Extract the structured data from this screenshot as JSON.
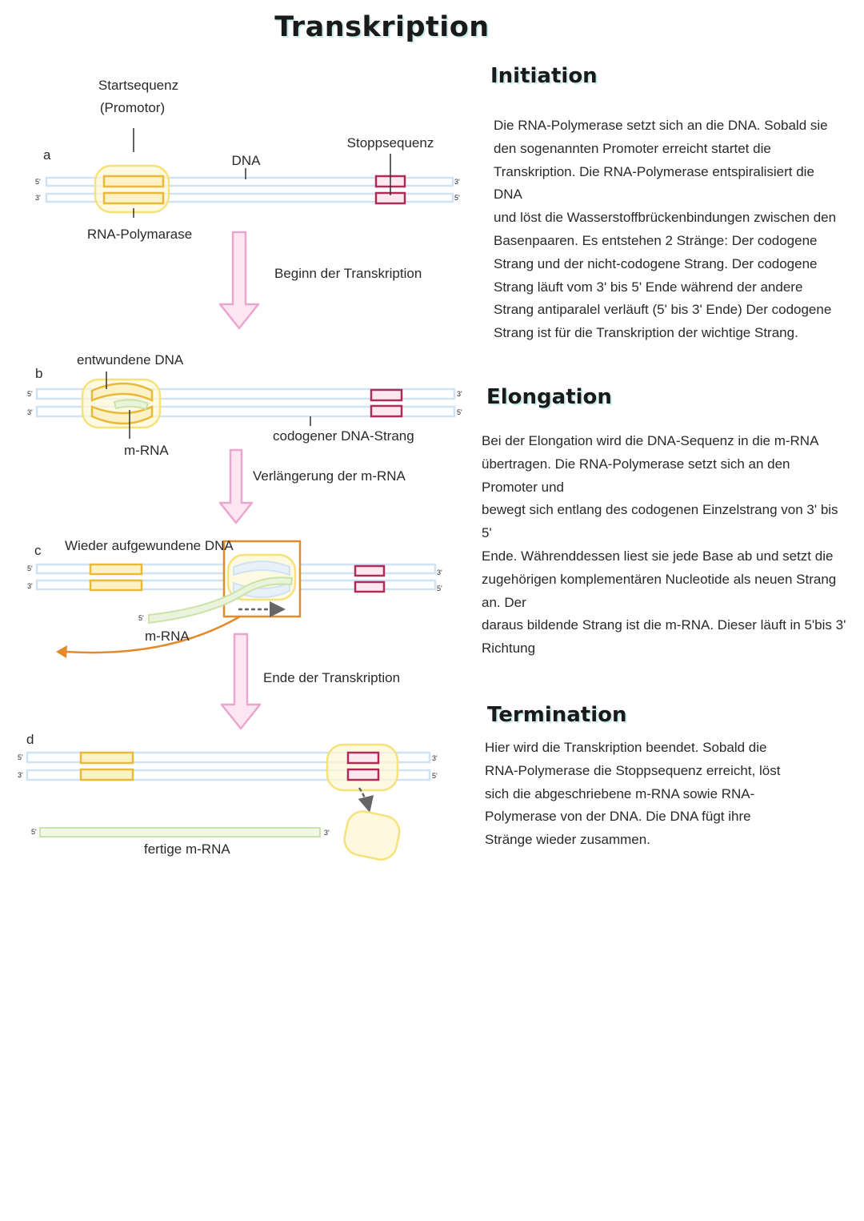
{
  "title": "Transkription",
  "sections": {
    "initiation": {
      "heading": "Initiation",
      "lines": [
        "Die RNA-Polymerase setzt sich an die DNA. Sobald sie",
        "den sogenannten Promoter erreicht startet die",
        "Transkription. Die RNA-Polymerase entspiralisiert die DNA",
        "und löst die Wasserstoffbrückenbindungen zwischen den",
        "Basenpaaren. Es entstehen 2 Stränge: Der codogene",
        "Strang und der nicht-codogene Strang. Der codogene",
        "Strang läuft vom 3' bis 5' Ende während der andere",
        "Strang antiparalel verläuft (5' bis 3' Ende) Der codogene",
        "Strang ist für die Transkription der wichtige Strang."
      ]
    },
    "elongation": {
      "heading": "Elongation",
      "lines": [
        "Bei der Elongation wird die DNA-Sequenz in die m-RNA",
        "übertragen. Die RNA-Polymerase setzt sich an den Promoter und",
        "bewegt sich entlang des codogenen Einzelstrang von 3' bis 5'",
        "Ende. Währenddessen liest sie jede Base ab und setzt die",
        "zugehörigen komplementären Nucleotide als neuen Strang an. Der",
        "daraus bildende Strang ist die m-RNA. Dieser läuft in 5'bis 3'",
        "Richtung"
      ]
    },
    "termination": {
      "heading": "Termination",
      "lines": [
        "Hier wird die Transkription beendet. Sobald die",
        "RNA-Polymerase die Stoppsequenz erreicht, löst",
        "sich die abgeschriebene m-RNA sowie RNA-",
        "Polymerase von der DNA. Die DNA fügt ihre",
        "Stränge wieder zusammen."
      ]
    }
  },
  "diagram": {
    "a": {
      "letter": "a",
      "startsequenz_line1": "Startsequenz",
      "startsequenz_line2": "(Promotor)",
      "dna": "DNA",
      "stoppsequenz": "Stoppsequenz",
      "polymerase": "RNA-Polymarase"
    },
    "arrow1": "Beginn der Transkription",
    "b": {
      "letter": "b",
      "entwundene": "entwundene DNA",
      "mrna": "m-RNA",
      "codogen": "codogener DNA-Strang"
    },
    "arrow2": "Verlängerung der m-RNA",
    "c": {
      "letter": "c",
      "aufgewunden": "Wieder aufgewundene DNA",
      "mrna": "m-RNA"
    },
    "arrow3": "Ende der Transkription",
    "d": {
      "letter": "d",
      "fertig": "fertige m-RNA"
    },
    "ends": {
      "five": "5'",
      "three": "3'"
    }
  },
  "colors": {
    "dna_strand": "#cfe3f4",
    "promoter": "#e9b93a",
    "polymerase": "#f6e27a",
    "stop": "#b02a5a",
    "mrna": "#c9e3a8",
    "pink_arrow": "#e9a6cf",
    "orange": "#e38b2c",
    "heading_shadow": "#c9ecea"
  }
}
